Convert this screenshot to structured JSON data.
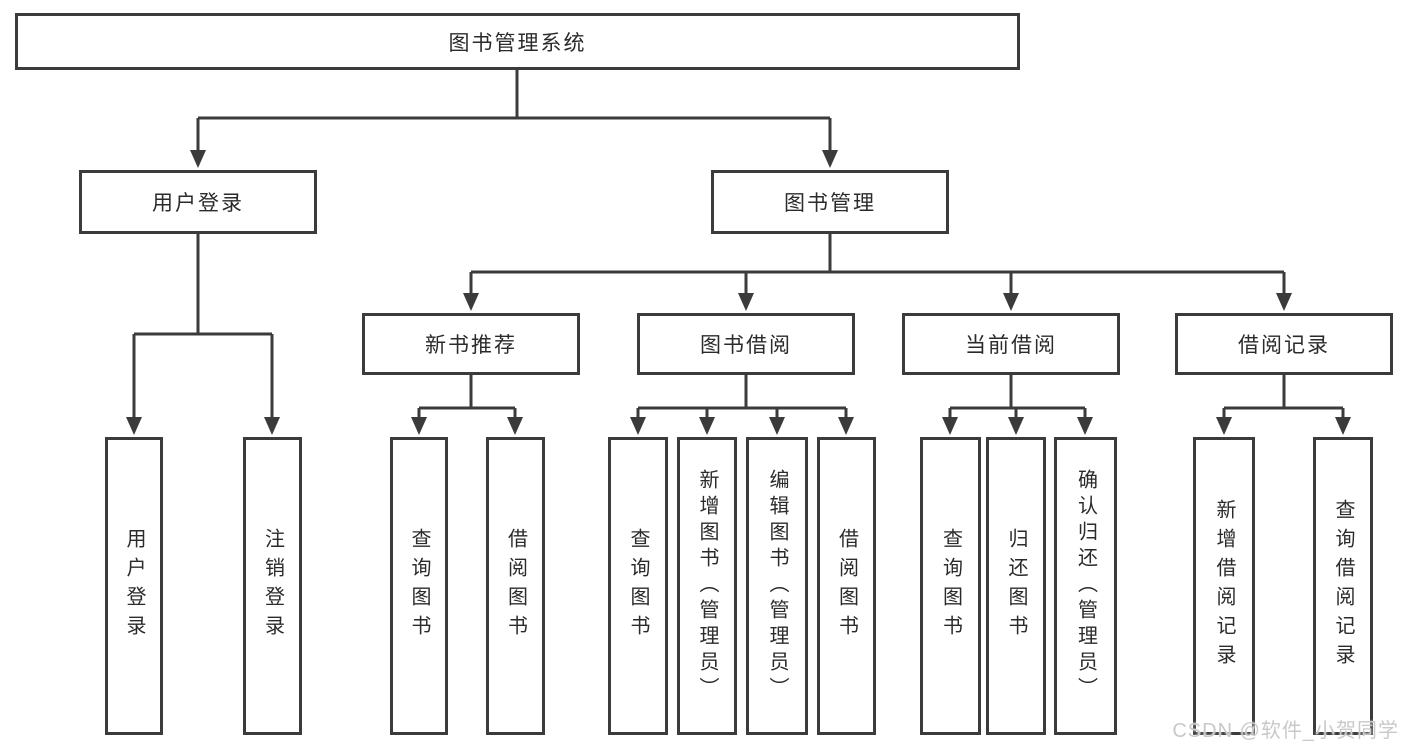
{
  "tree": {
    "root": {
      "label": "图书管理系统"
    },
    "branches": [
      {
        "label": "用户登录",
        "children": [
          {
            "label": "用户登录"
          },
          {
            "label": "注销登录"
          }
        ]
      },
      {
        "label": "图书管理",
        "sections": [
          {
            "label": "新书推荐",
            "children": [
              {
                "label": "查询图书"
              },
              {
                "label": "借阅图书"
              }
            ]
          },
          {
            "label": "图书借阅",
            "children": [
              {
                "label": "查询图书"
              },
              {
                "label": "新增图书（管理员）"
              },
              {
                "label": "编辑图书（管理员）"
              },
              {
                "label": "借阅图书"
              }
            ]
          },
          {
            "label": "当前借阅",
            "children": [
              {
                "label": "查询图书"
              },
              {
                "label": "归还图书"
              },
              {
                "label": "确认归还（管理员）"
              }
            ]
          },
          {
            "label": "借阅记录",
            "children": [
              {
                "label": "新增借阅记录"
              },
              {
                "label": "查询借阅记录"
              }
            ]
          }
        ]
      }
    ]
  },
  "watermark": {
    "text": "CSDN @软件_小贺同学"
  },
  "colors": {
    "line": "#3b3b3b",
    "box_border": "#3b3b3b",
    "text": "#2b2b2b",
    "watermark": "#c9c9c9",
    "background": "#ffffff"
  }
}
